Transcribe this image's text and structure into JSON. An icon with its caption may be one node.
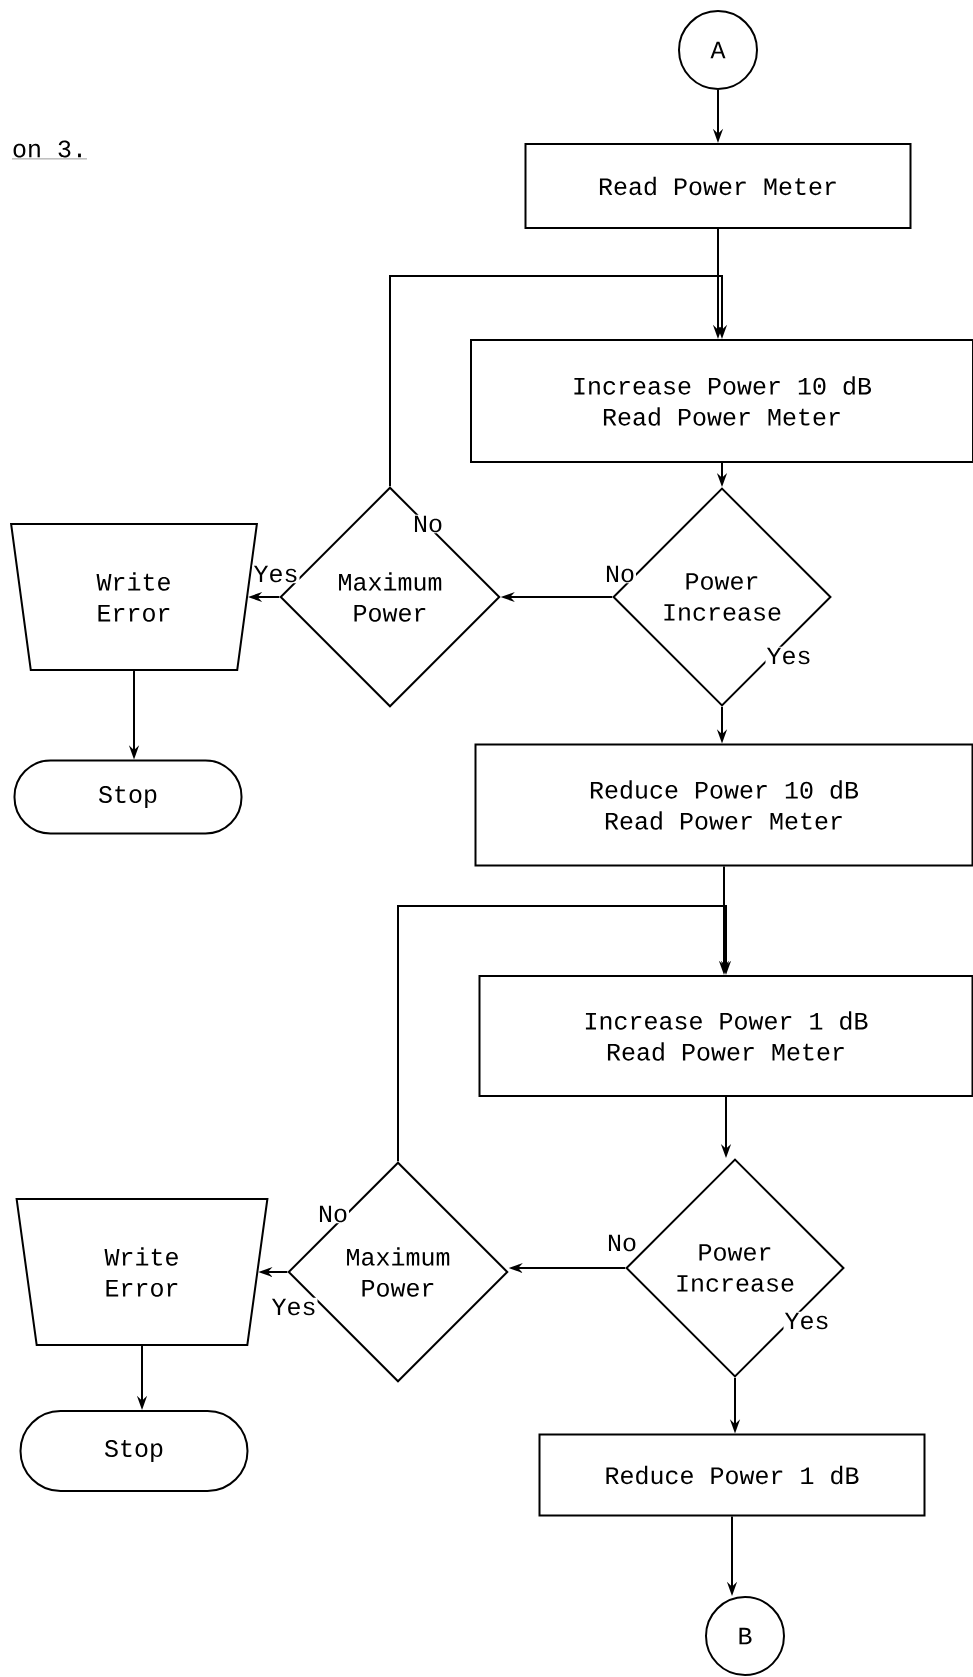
{
  "diagram": {
    "nodes": [
      {
        "text": [
          "A"
        ]
      },
      {
        "text": [
          "Read Power Meter"
        ]
      },
      {
        "text": [
          "Increase Power 10 dB",
          "Read Power Meter"
        ]
      },
      {
        "text": [
          "Power Increase"
        ]
      },
      {
        "text": [
          "Maximum Power"
        ]
      },
      {
        "text": [
          "Write Error"
        ]
      },
      {
        "text": [
          "Stop"
        ]
      },
      {
        "text": [
          "Reduce Power 10 dB",
          "Read Power Meter"
        ]
      },
      {
        "text": [
          "Increase Power 1 dB",
          "Read Power Meter"
        ]
      },
      {
        "text": [
          "Power Increase"
        ]
      },
      {
        "text": [
          "Maximum Power"
        ]
      },
      {
        "text": [
          "Write Error"
        ]
      },
      {
        "text": [
          "Stop"
        ]
      },
      {
        "text": [
          "Reduce Power 1 dB"
        ]
      },
      {
        "text": [
          "B"
        ]
      }
    ],
    "edges": [
      {
        "from": 0,
        "to": 1,
        "arrow": "to"
      },
      {
        "from": 1,
        "to": 2,
        "arrow": "to"
      },
      {
        "from": 2,
        "to": 3,
        "arrow": "to"
      },
      {
        "from": 3,
        "to": 4,
        "arrow": "to",
        "label": "No"
      },
      {
        "from": 3,
        "to": 7,
        "arrow": "to",
        "label": "Yes"
      },
      {
        "from": 4,
        "to": 5,
        "arrow": "to",
        "label": "Yes"
      },
      {
        "from": 4,
        "to": 2,
        "arrow": "to",
        "label": "No"
      },
      {
        "from": 5,
        "to": 6,
        "arrow": "to"
      },
      {
        "from": 7,
        "to": 8,
        "arrow": "to"
      },
      {
        "from": 8,
        "to": 9,
        "arrow": "to"
      },
      {
        "from": 9,
        "to": 10,
        "arrow": "to",
        "label": "No"
      },
      {
        "from": 9,
        "to": 13,
        "arrow": "to",
        "label": "Yes"
      },
      {
        "from": 10,
        "to": 11,
        "arrow": "to",
        "label": "Yes"
      },
      {
        "from": 10,
        "to": 8,
        "arrow": "to",
        "label": "No"
      },
      {
        "from": 11,
        "to": 12,
        "arrow": "to"
      },
      {
        "from": 13,
        "to": 14,
        "arrow": "to"
      }
    ],
    "labels": [
      "on 3."
    ]
  }
}
